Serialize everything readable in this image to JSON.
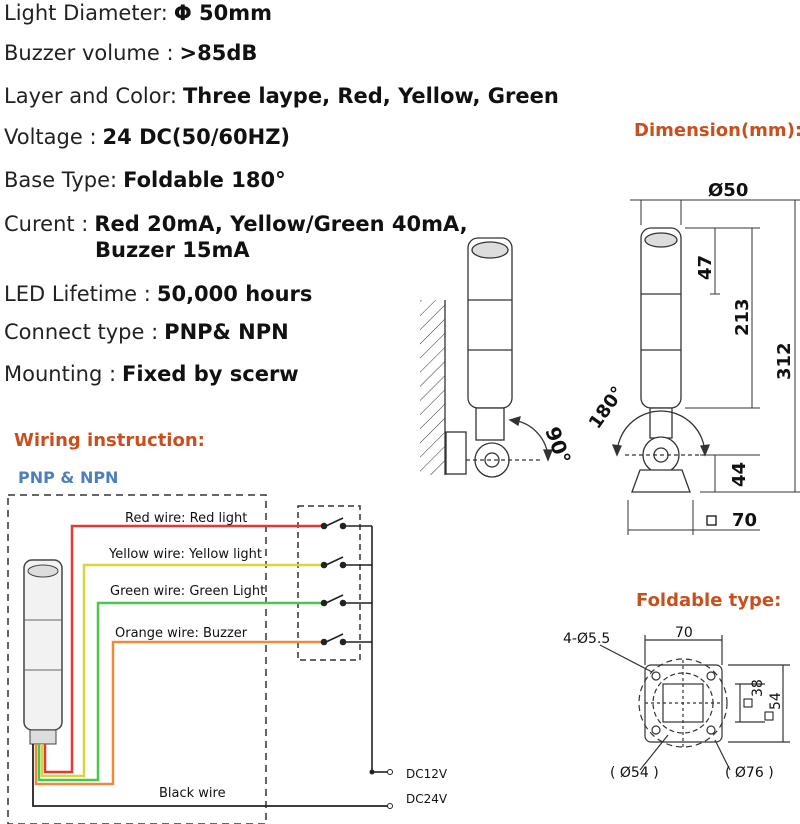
{
  "specs": [
    {
      "label": "Light Diameter:",
      "value": "Φ 50mm"
    },
    {
      "label": "Buzzer volume :",
      "value": ">85dB"
    },
    {
      "label": "Layer and Color:",
      "value": "Three laype, Red, Yellow, Green"
    },
    {
      "label": "Voltage :",
      "value": "24 DC(50/60HZ)"
    },
    {
      "label": "Base Type:",
      "value": "Foldable 180°"
    },
    {
      "label": "Curent :",
      "value": "Red 20mA, Yellow/Green 40mA,",
      "value2": "Buzzer 15mA"
    },
    {
      "label": "LED Lifetime :",
      "value": "50,000 hours"
    },
    {
      "label": "Connect type :",
      "value": "PNP& NPN"
    },
    {
      "label": "Mounting :",
      "value": "Fixed by scerw"
    }
  ],
  "wiring": {
    "heading": "Wiring instruction:",
    "sub": "PNP & NPN",
    "wires": [
      {
        "label": "Red wire: Red light",
        "color": "#e23a32"
      },
      {
        "label": "Yellow wire: Yellow light",
        "color": "#d9d43a"
      },
      {
        "label": "Green wire: Green Light",
        "color": "#48c84a"
      },
      {
        "label": "Orange wire: Buzzer",
        "color": "#f08a3a"
      }
    ],
    "black_wire": "Black wire",
    "dc1": "DC12V",
    "dc2": "DC24V"
  },
  "dimension": {
    "heading": "Dimension(mm):",
    "d50": "Ø50",
    "h47": "47",
    "h213": "213",
    "h312": "312",
    "h44": "44",
    "w70": "70",
    "a90": "90°",
    "a180": "180°"
  },
  "foldable": {
    "heading": "Foldable type:",
    "w70": "70",
    "holes": "4-Ø5.5",
    "s38": "38",
    "s54": "54",
    "d54": "( Ø54 )",
    "d76": "( Ø76 )"
  },
  "colors": {
    "accent": "#c8501e",
    "sub": "#4d7fc0",
    "line": "#222222"
  }
}
